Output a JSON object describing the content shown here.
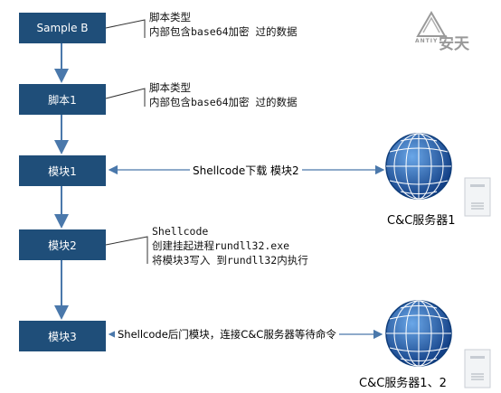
{
  "flow": {
    "boxes": [
      "Sample B",
      "脚本1",
      "模块1",
      "模块2",
      "模块3"
    ]
  },
  "notes": {
    "sample_b": [
      "脚本类型",
      "内部包含base64加密 过的数据"
    ],
    "script1": [
      "脚本类型",
      "内部包含base64加密 过的数据"
    ],
    "module2": [
      "Shellcode",
      "创建挂起进程rundll32.exe",
      "将模块3写入 到rundll32内执行"
    ]
  },
  "links": {
    "module1_server": "Shellcode下载 模块2",
    "module3_server": "Shellcode后门模块，连接C&C服务器等待命令"
  },
  "servers": {
    "server1": "C&C服务器1",
    "server2": "C&C服务器1、2"
  },
  "logo": {
    "brand_cn": "安天",
    "brand_en": "ANTIY"
  },
  "colors": {
    "box": "#1f4e79",
    "arrow": "#4a78ab",
    "globe": "#1a4f9c"
  }
}
